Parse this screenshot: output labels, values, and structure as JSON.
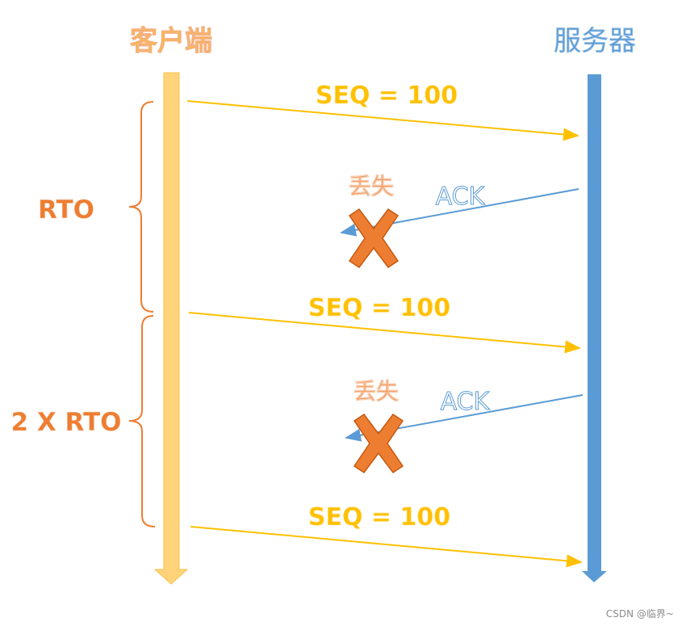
{
  "diagram": {
    "client_label": "客户端",
    "server_label": "服务器",
    "messages": [
      {
        "kind": "seq",
        "label": "SEQ = 100"
      },
      {
        "kind": "ack",
        "label": "ACK",
        "lost_label": "丢失"
      },
      {
        "kind": "seq",
        "label": "SEQ = 100"
      },
      {
        "kind": "ack",
        "label": "ACK",
        "lost_label": "丢失"
      },
      {
        "kind": "seq",
        "label": "SEQ = 100"
      }
    ],
    "intervals": [
      {
        "label": "RTO"
      },
      {
        "label": "2 X RTO"
      }
    ],
    "watermark": "CSDN @临界~"
  },
  "colors": {
    "client": "#FFD37A",
    "client_stroke": "#F7C24A",
    "server": "#5B9BD5",
    "seq_arrow": "#FFC000",
    "ack_arrow": "#5B9BD5",
    "lost_mark": "#ED7D31",
    "interval": "#ED7D31"
  }
}
